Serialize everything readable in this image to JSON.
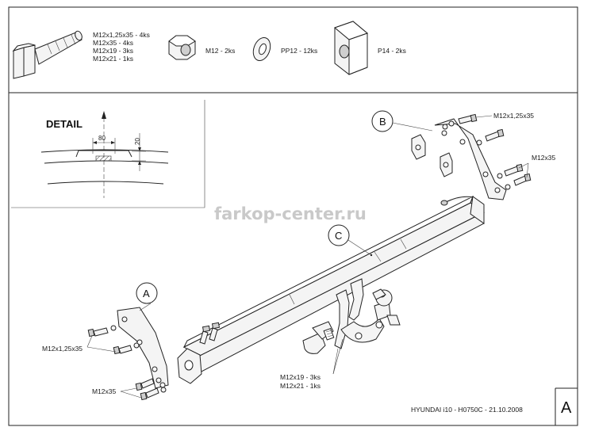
{
  "hardware": {
    "bolt_specs": [
      "M12x1,25x35 - 4ks",
      "M12x35 - 4ks",
      "M12x19 - 3ks",
      "M12x21 - 1ks"
    ],
    "nut_label": "M12 - 2ks",
    "washer_label": "PP12 - 12ks",
    "plate_label": "P14 - 2ks"
  },
  "detail": {
    "title": "DETAIL",
    "dim_width": "80",
    "dim_height": "20"
  },
  "labels": {
    "mount_a": "A",
    "mount_b": "B",
    "mount_c": "C",
    "b_bolt_top": "M12x1,25x35",
    "b_bolt_side": "M12x35",
    "a_bolt_top": "M12x1,25x35",
    "a_bolt_bottom": "M12x35",
    "ball_bolt_1": "M12x19 - 3ks",
    "ball_bolt_2": "M12x21 - 1ks"
  },
  "watermark": "farkop-center.ru",
  "footer": {
    "drawing_ref": "HYUNDAI i10 - H0750C - 21.10.2008",
    "sheet_letter": "A"
  }
}
